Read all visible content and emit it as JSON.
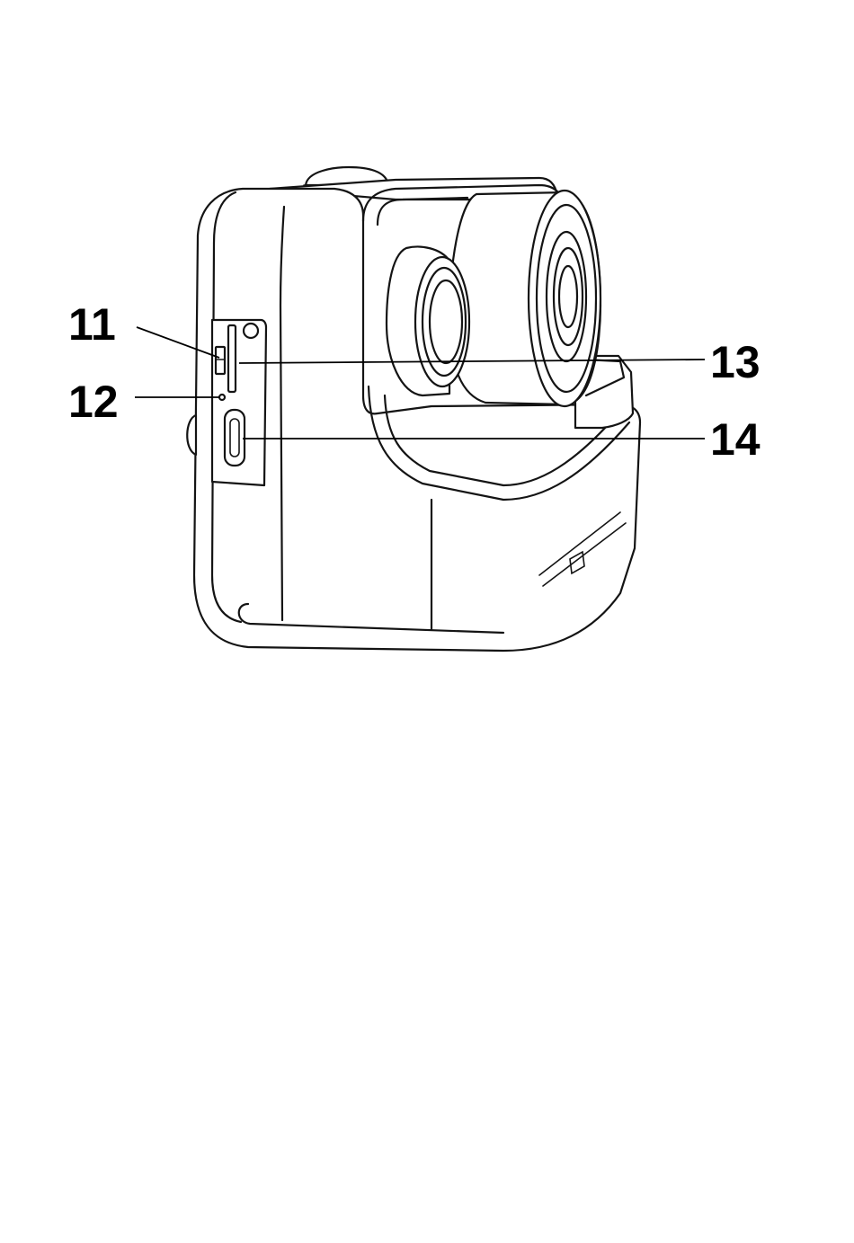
{
  "callouts": [
    {
      "id": "11",
      "label": "11"
    },
    {
      "id": "12",
      "label": "12"
    },
    {
      "id": "13",
      "label": "13"
    },
    {
      "id": "14",
      "label": "14"
    }
  ]
}
